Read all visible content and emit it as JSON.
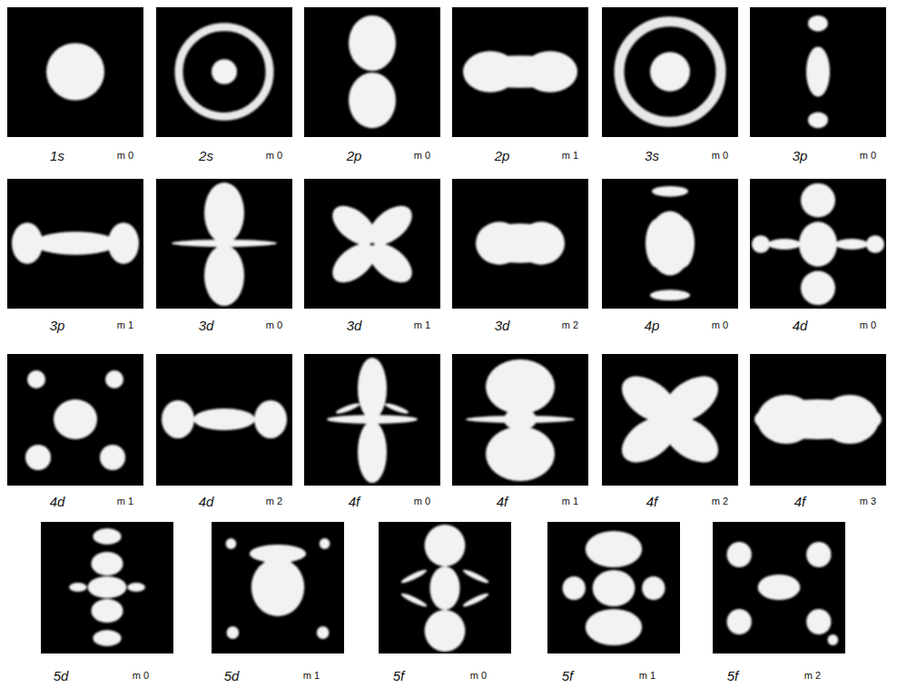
{
  "diagram": {
    "labels": [
      "1s",
      "m 0",
      "2s",
      "m 0",
      "2p",
      "m 0",
      "2p",
      "m 1",
      "3s",
      "m 0",
      "3p",
      "m 0",
      "3p",
      "m 1",
      "3d",
      "m 0",
      "3d",
      "m 1",
      "3d",
      "m 2",
      "4p",
      "m 0",
      "4d",
      "m 0",
      "4d",
      "m 1",
      "4d",
      "m 2",
      "4f",
      "m 0",
      "4f",
      "m 1",
      "4f",
      "m 2",
      "4f",
      "m 3",
      "5d",
      "m 0",
      "5d",
      "m 1",
      "5f",
      "m 0",
      "5f",
      "m 1",
      "5f",
      "m 2"
    ]
  }
}
